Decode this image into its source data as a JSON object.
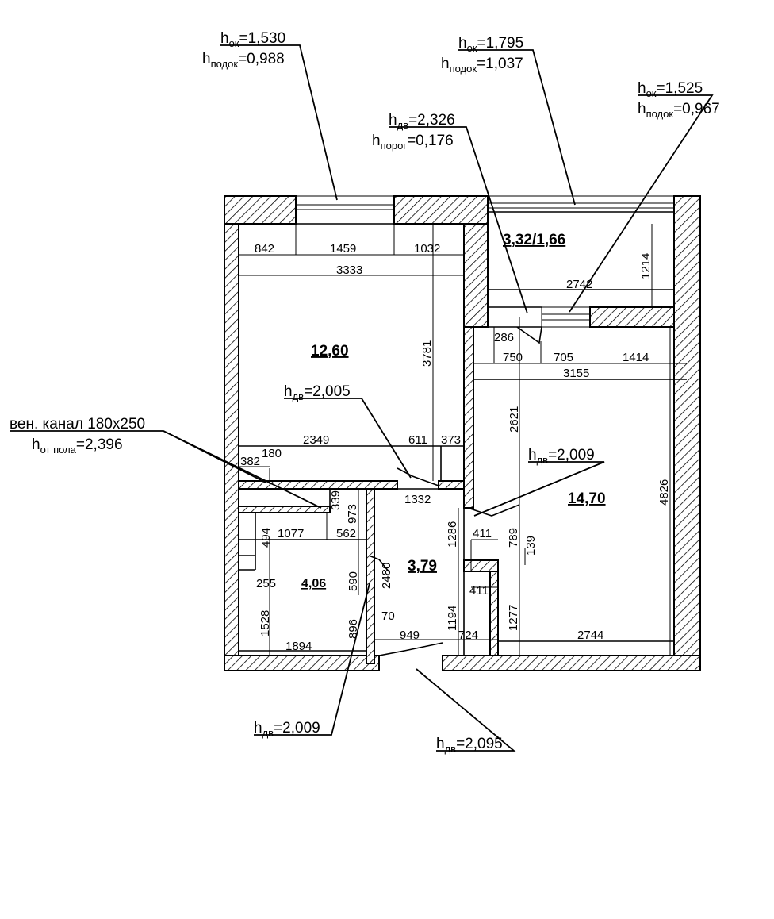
{
  "windows": [
    {
      "h_prefix": "h",
      "h_sub": "ок",
      "h_value": "=1,530",
      "sill_prefix": "h",
      "sill_sub": "подок",
      "sill_value": "=0,988"
    },
    {
      "h_prefix": "h",
      "h_sub": "ок",
      "h_value": "=1,795",
      "sill_prefix": "h",
      "sill_sub": "подок",
      "sill_value": "=1,037"
    },
    {
      "h_prefix": "h",
      "h_sub": "ок",
      "h_value": "=1,525",
      "sill_prefix": "h",
      "sill_sub": "подок",
      "sill_value": "=0,967"
    }
  ],
  "balcony_door": {
    "h_prefix": "h",
    "h_sub": "дв",
    "h_value": "=2,326",
    "t_prefix": "h",
    "t_sub": "порог",
    "t_value": "=0,176"
  },
  "doors": [
    {
      "prefix": "h",
      "sub": "дв",
      "value": "=2,005"
    },
    {
      "prefix": "h",
      "sub": "дв",
      "value": "=2,009"
    },
    {
      "prefix": "h",
      "sub": "дв",
      "value": "=2,009"
    },
    {
      "prefix": "h",
      "sub": "дв",
      "value": "=2,095"
    }
  ],
  "vent": {
    "title": "вен. канал 180х250",
    "h_prefix": "h",
    "h_sub": "от пола",
    "h_value": "=2,396"
  },
  "rooms": {
    "room_a": "12,60",
    "balcony": "3,32/1,66",
    "room_b": "14,70",
    "hall": "3,79",
    "bath": "4,06"
  },
  "dims": {
    "d842": "842",
    "d1459": "1459",
    "d1032": "1032",
    "d3333": "3333",
    "d3781": "3781",
    "d2742": "2742",
    "d1214": "1214",
    "d286": "286",
    "d750": "750",
    "d705": "705",
    "d1414": "1414",
    "d3155": "3155",
    "d2621": "2621",
    "d4826": "4826",
    "d2349": "2349",
    "d611": "611",
    "d373": "373",
    "d382": "382",
    "d180": "180",
    "d1332": "1332",
    "d339": "339",
    "d973": "973",
    "d1286": "1286",
    "d1077": "1077",
    "d562": "562",
    "d494": "494",
    "d411a": "411",
    "d789": "789",
    "d139": "139",
    "d255": "255",
    "d590": "590",
    "d2480": "2480",
    "d411b": "411",
    "d1528": "1528",
    "d1194": "1194",
    "d1277": "1277",
    "d70": "70",
    "d896": "896",
    "d949": "949",
    "d724": "724",
    "d2744": "2744",
    "d1894": "1894"
  }
}
